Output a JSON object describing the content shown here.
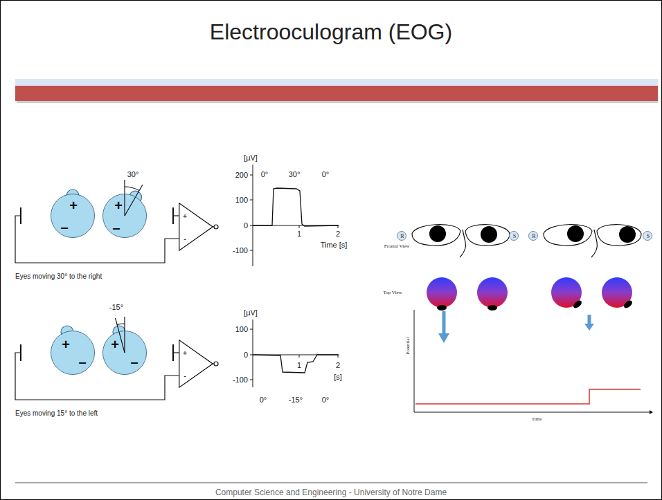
{
  "diagram": {
    "title": "Electrooculogram (EOG)",
    "nodes": [
      {
        "text": [
          "+",
          "–"
        ]
      },
      {
        "text": [
          "+",
          "–"
        ]
      },
      {
        "text": [
          "+",
          "-"
        ]
      },
      {
        "text": [
          "+",
          "–"
        ]
      },
      {
        "text": [
          "+",
          "–"
        ]
      },
      {
        "text": [
          "+",
          "-"
        ]
      },
      {
        "text": [
          "R"
        ]
      },
      {
        "text": [
          "S"
        ]
      },
      {
        "text": [
          "R"
        ]
      },
      {
        "text": [
          "S"
        ]
      }
    ],
    "labels": [
      "30°",
      "[µV]",
      "200",
      "100",
      "0",
      "-100",
      "0°",
      "30°",
      "0°",
      "1",
      "2",
      "Time [s]",
      "Eyes moving 30° to the right",
      "-15°",
      "[µV]",
      "100",
      "0",
      "-100",
      "1",
      "2",
      "[s]",
      "0°",
      "-15°",
      "0°",
      "Eyes moving 15° to the left",
      "Frontal View",
      "Top View",
      "Potential",
      "Time",
      "Computer Science and Engineering - University of Notre Dame"
    ]
  }
}
